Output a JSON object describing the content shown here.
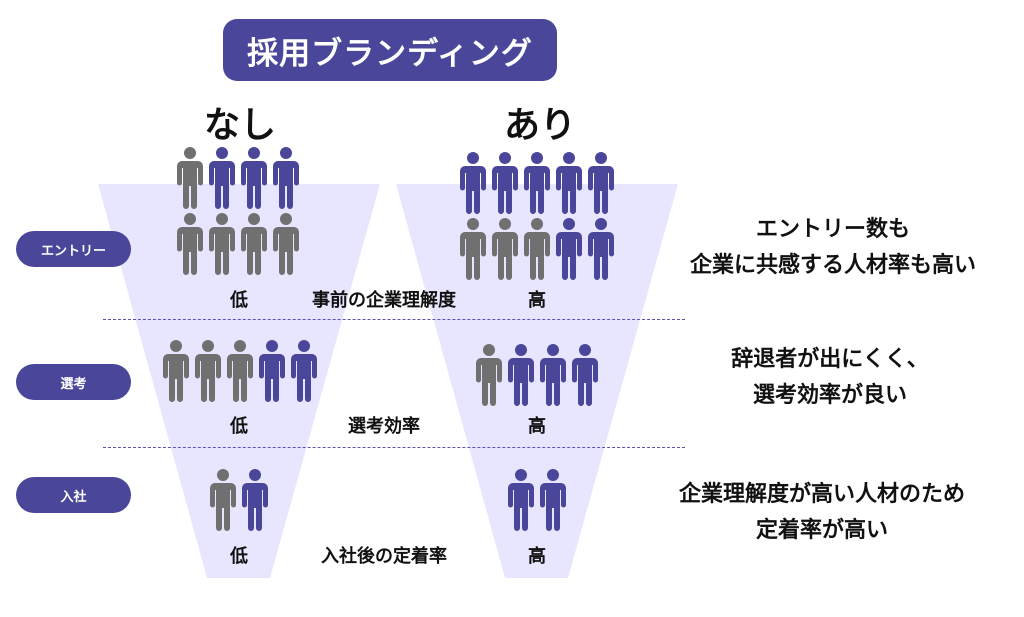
{
  "title": "採用ブランディング",
  "columns": {
    "without": {
      "label": "なし"
    },
    "with": {
      "label": "あり"
    }
  },
  "colors": {
    "accent": "#4a479a",
    "person_blue": "#4a479a",
    "person_gray": "#707070",
    "funnel_fill": "#e8e6ff",
    "divider": "#5a55b5"
  },
  "stages": [
    {
      "label": "エントリー",
      "metric": "事前の企業理解度",
      "low_label": "低",
      "high_label": "高",
      "without_people": [
        [
          "gray",
          "blue",
          "blue",
          "blue"
        ],
        [
          "gray",
          "gray",
          "gray",
          "gray"
        ]
      ],
      "with_people": [
        [
          "blue",
          "blue",
          "blue",
          "blue",
          "blue"
        ],
        [
          "gray",
          "gray",
          "gray",
          "blue",
          "blue"
        ]
      ],
      "description": [
        "エントリー数も",
        "企業に共感する人材率も高い"
      ]
    },
    {
      "label": "選考",
      "metric": "選考効率",
      "low_label": "低",
      "high_label": "高",
      "without_people": [
        [
          "gray",
          "gray",
          "gray",
          "blue",
          "blue"
        ]
      ],
      "with_people": [
        [
          "gray",
          "blue",
          "blue",
          "blue"
        ]
      ],
      "description": [
        "辞退者が出にくく、",
        "選考効率が良い"
      ]
    },
    {
      "label": "入社",
      "metric": "入社後の定着率",
      "low_label": "低",
      "high_label": "高",
      "without_people": [
        [
          "gray",
          "blue"
        ]
      ],
      "with_people": [
        [
          "blue",
          "blue"
        ]
      ],
      "description": [
        "企業理解度が高い人材のため",
        "定着率が高い"
      ]
    }
  ]
}
